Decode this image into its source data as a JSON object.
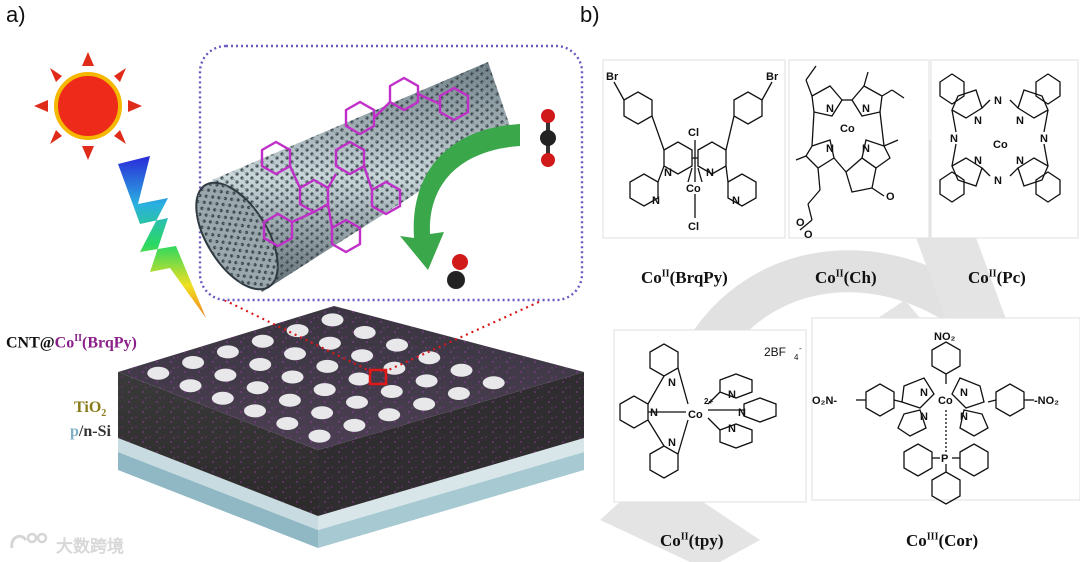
{
  "panel_a": {
    "letter": "a)",
    "labels": {
      "cnt_prefix": "CNT@",
      "cnt_catalyst": "Co",
      "cnt_ox": "II",
      "cnt_ligand": "(BrqPy)",
      "tio2": "TiO",
      "tio2_sub": "2",
      "si_p": "p",
      "si_sep": "/",
      "si_n": "n",
      "si_rest": "-Si"
    },
    "colors": {
      "catalyst": "#8a1f8a",
      "tio2": "#8a7a1a",
      "si": "#7fb0c8",
      "sun": "#ee1c1c",
      "arrow": "#3aa84a"
    }
  },
  "panel_b": {
    "letter": "b)",
    "molecules": [
      {
        "id": "brqpy",
        "metal": "Co",
        "ox": "II",
        "ligand": "(BrqPy)",
        "atoms": [
          "Br",
          "Br",
          "Cl",
          "Cl",
          "Co",
          "N",
          "N",
          "N",
          "N"
        ]
      },
      {
        "id": "ch",
        "metal": "Co",
        "ox": "II",
        "ligand": "(Ch)",
        "atoms": [
          "Co",
          "N",
          "N",
          "N",
          "N",
          "O",
          "O",
          "O"
        ]
      },
      {
        "id": "pc",
        "metal": "Co",
        "ox": "II",
        "ligand": "(Pc)",
        "atoms": [
          "Co",
          "N",
          "N",
          "N",
          "N",
          "N",
          "N",
          "N",
          "N"
        ]
      },
      {
        "id": "tpy",
        "metal": "Co",
        "ox": "II",
        "ligand": "(tpy)",
        "atoms": [
          "Co",
          "2+",
          "N",
          "N",
          "N",
          "N",
          "N",
          "N"
        ],
        "counterion": "2BF",
        "counterion_sub": "4",
        "counterion_sup": "-"
      },
      {
        "id": "cor",
        "metal": "Co",
        "ox": "III",
        "ligand": "(Cor)",
        "atoms": [
          "Co",
          "N",
          "N",
          "N",
          "N",
          "P",
          "NO",
          "2",
          "O",
          "N"
        ],
        "no2": [
          "NO₂",
          "O₂N-",
          "-NO₂"
        ]
      }
    ]
  },
  "watermark": {
    "text": "大数跨境"
  }
}
